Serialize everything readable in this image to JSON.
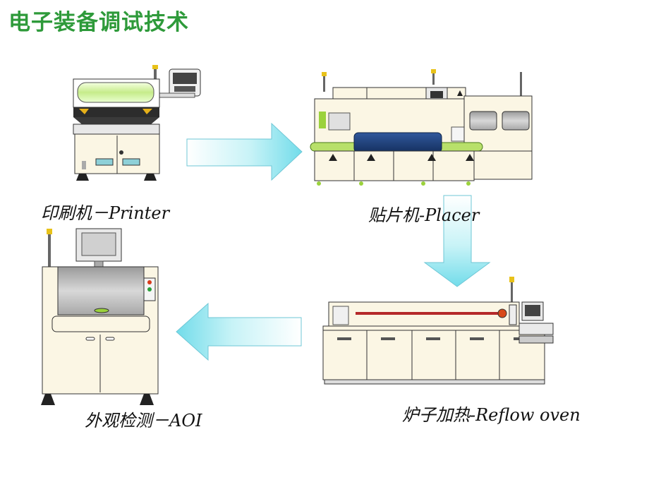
{
  "title": "电子装备调试技术",
  "stages": {
    "printer": "印刷机－Printer",
    "placer": "贴片机-Placer",
    "reflow": "炉子加热-Reflow oven",
    "aoi": "外观检测－AOI"
  },
  "colors": {
    "title": "#2e9a3a",
    "arrow_edge": "#8fe6f0",
    "machine_body": "#fbf6e4",
    "accent_green": "#9bd23c",
    "placer_blue": "#1f3e78"
  }
}
